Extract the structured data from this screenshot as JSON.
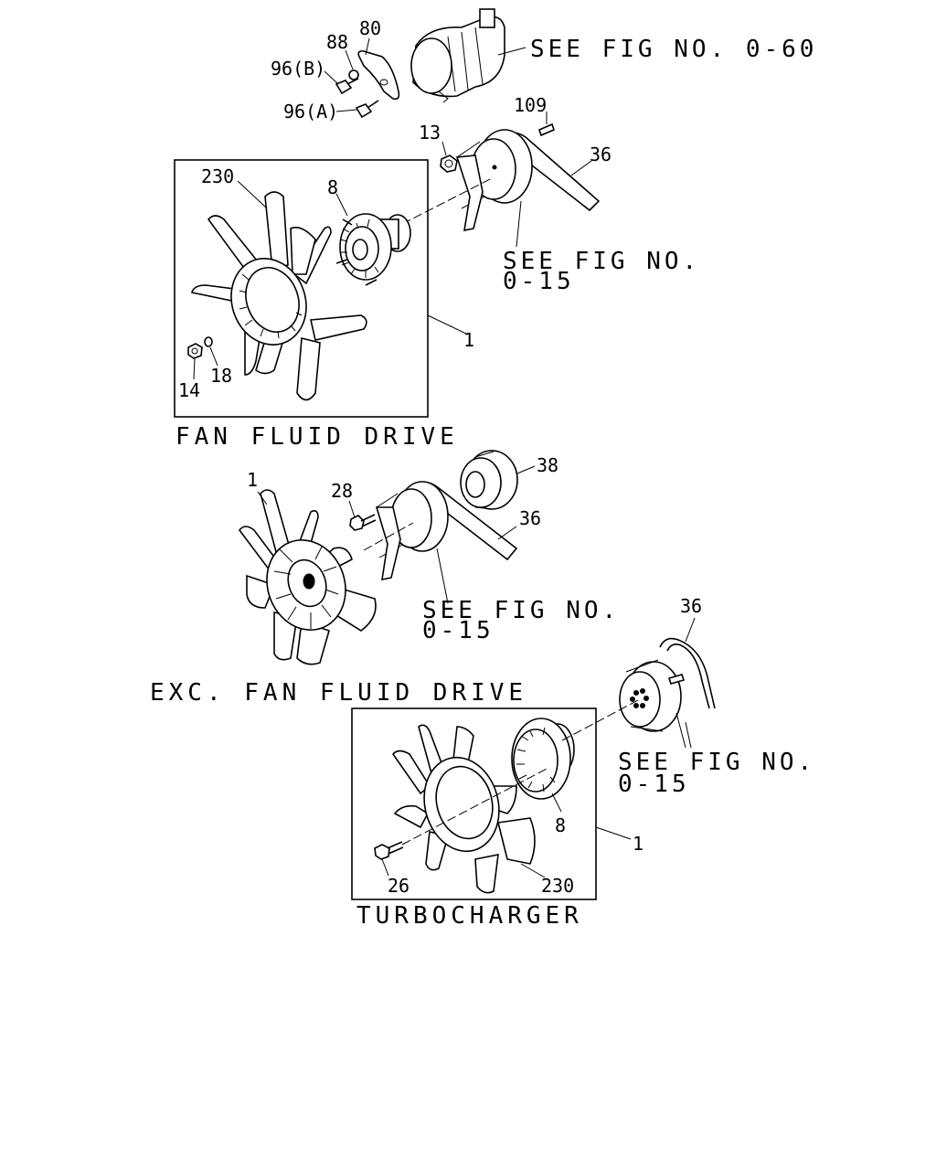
{
  "references": {
    "alternator": "SEE FIG NO. 0-60",
    "pulley_top_1": "SEE FIG NO.",
    "pulley_top_2": "0-15",
    "pulley_mid_1": "SEE FIG NO.",
    "pulley_mid_2": "0-15",
    "pulley_bot_1": "SEE FIG NO.",
    "pulley_bot_2": "0-15"
  },
  "callouts": {
    "c80": "80",
    "c88": "88",
    "c96b": "96(B)",
    "c96a": "96(A)",
    "c109": "109",
    "c13": "13",
    "c36_top": "36",
    "c230_top": "230",
    "c8_top": "8",
    "c1_top": "1",
    "c14": "14",
    "c18": "18",
    "c38": "38",
    "c1_mid": "1",
    "c28": "28",
    "c36_mid": "36",
    "c36_bot": "36",
    "c8_bot": "8",
    "c1_bot": "1",
    "c26": "26",
    "c230_bot": "230"
  },
  "captions": {
    "fan_fluid_drive": "FAN FLUID DRIVE",
    "exc_fan_fluid_drive": "EXC. FAN FLUID DRIVE",
    "turbocharger": "TURBOCHARGER"
  }
}
